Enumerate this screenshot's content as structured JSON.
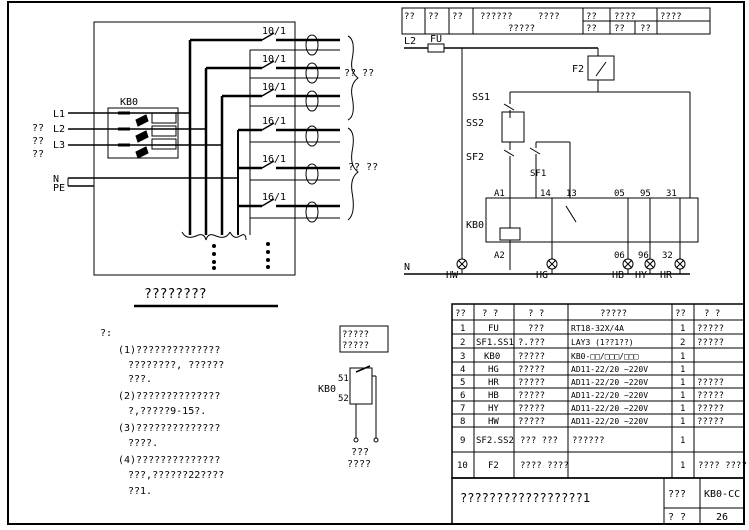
{
  "left_diagram": {
    "kb0_label": "KB0",
    "phases": [
      "L1",
      "L2",
      "L3"
    ],
    "phase_group_label": "?? ?? ??",
    "neutral": "N",
    "pe": "PE",
    "breaker_ratings": [
      "10/1",
      "10/1",
      "10/1",
      "16/1",
      "16/1",
      "16/1"
    ],
    "group_label_1": "?? ??",
    "group_label_2": "?? ??",
    "title": "????????"
  },
  "notes": {
    "heading": "?:",
    "items": [
      "(1)??????????????",
      "????????,      ??????",
      "???.",
      "(2)??????????????",
      "?,?????9-15?.",
      "(3)??????????????",
      "????.",
      "(4)??????????????",
      "???,??????22????",
      "??1."
    ]
  },
  "small_diagram": {
    "box_line1": "?????",
    "box_line2": "?????",
    "kb0_label": "KB0",
    "contact_s1": "51",
    "contact_s2": "52",
    "bottom1": "???",
    "bottom2": "????"
  },
  "top_header": {
    "cells": [
      "??",
      "??",
      "??",
      "??????",
      "????",
      "??",
      "????",
      "????",
      "?????",
      "??",
      "??",
      "??"
    ]
  },
  "control_circuit": {
    "l2": "L2",
    "fu": "FU",
    "f2": "F2",
    "ss1": "SS1",
    "ss2": "SS2",
    "sf2": "SF2",
    "sf1": "SF1",
    "a1": "A1",
    "n14": "14",
    "n13": "13",
    "n05": "05",
    "n95": "95",
    "n31": "31",
    "kb0": "KB0",
    "a2": "A2",
    "n06": "06",
    "n96": "96",
    "n32": "32",
    "n": "N",
    "hw": "HW",
    "hg": "HG",
    "hb": "HB",
    "hy": "HY",
    "hr": "HR"
  },
  "parts_table": {
    "headers": [
      "??",
      "? ?",
      "? ?",
      "?????",
      "??",
      "? ?"
    ],
    "rows": [
      [
        "1",
        "FU",
        "???",
        "RT18-32X/4A",
        "1",
        "?????"
      ],
      [
        "2",
        "SF1.SS1",
        "?.???",
        "LAY3 (1??1??)",
        "2",
        "?????"
      ],
      [
        "3",
        "KB0",
        "?????",
        "KB0-□□/□□□/□□□",
        "1",
        ""
      ],
      [
        "4",
        "HG",
        "?????",
        "AD11-22/20 ~220V",
        "1",
        ""
      ],
      [
        "5",
        "HR",
        "?????",
        "AD11-22/20 ~220V",
        "1",
        "?????"
      ],
      [
        "6",
        "HB",
        "?????",
        "AD11-22/20 ~220V",
        "1",
        "?????"
      ],
      [
        "7",
        "HY",
        "?????",
        "AD11-22/20 ~220V",
        "1",
        "?????"
      ],
      [
        "8",
        "HW",
        "?????",
        "AD11-22/20 ~220V",
        "1",
        "?????"
      ],
      [
        "9",
        "SF2.SS2",
        "??? ???",
        "??????",
        "1",
        ""
      ],
      [
        "10",
        "F2",
        "???? ????",
        "",
        "1",
        "???? ????"
      ]
    ]
  },
  "title_block": {
    "main": "?????????????????1",
    "code_label": "???",
    "code": "KB0-CC",
    "page_label": "? ?",
    "page": "26"
  }
}
